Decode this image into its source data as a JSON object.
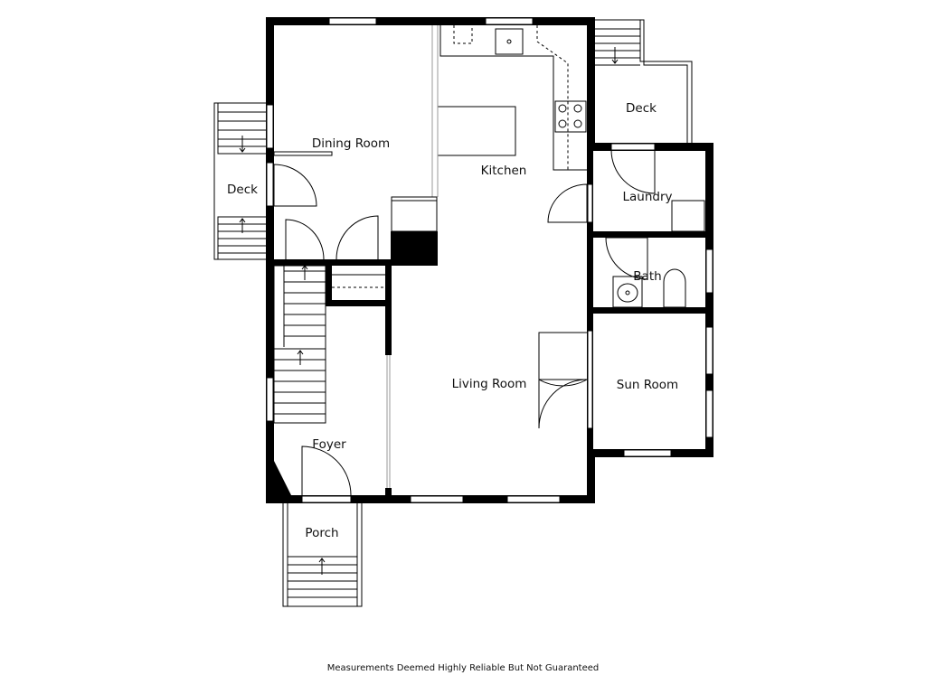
{
  "rooms": {
    "dining_room": "Dining Room",
    "kitchen": "Kitchen",
    "deck_left": "Deck",
    "deck_right": "Deck",
    "laundry": "Laundry",
    "bath": "Bath",
    "living_room": "Living Room",
    "sun_room": "Sun Room",
    "foyer": "Foyer",
    "porch": "Porch"
  },
  "footer": {
    "note": "Measurements Deemed Highly Reliable But Not Guaranteed"
  }
}
